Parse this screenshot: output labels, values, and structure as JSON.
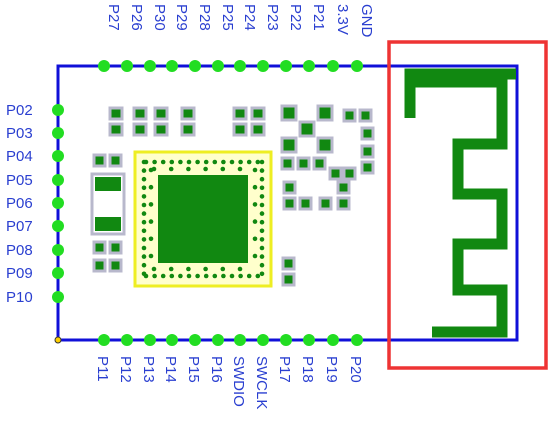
{
  "pins": {
    "top": [
      "P27",
      "P26",
      "P30",
      "P29",
      "P28",
      "P25",
      "P24",
      "P23",
      "P22",
      "P21",
      "3.3V",
      "GND"
    ],
    "left": [
      "P02",
      "P03",
      "P04",
      "P05",
      "P06",
      "P07",
      "P08",
      "P09",
      "P10"
    ],
    "bottom": [
      "P11",
      "P12",
      "P13",
      "P14",
      "P15",
      "P16",
      "SWDIO",
      "SWCLK",
      "P17",
      "P18",
      "P19",
      "P20"
    ]
  },
  "colors": {
    "outline": "#1010d8",
    "pad": "#22dd22",
    "copper": "#118811",
    "pad_frame": "#b8b8cc",
    "chip_frame": "#eeee22",
    "label": "#2a3fd0",
    "highlight": "#ee3333"
  }
}
